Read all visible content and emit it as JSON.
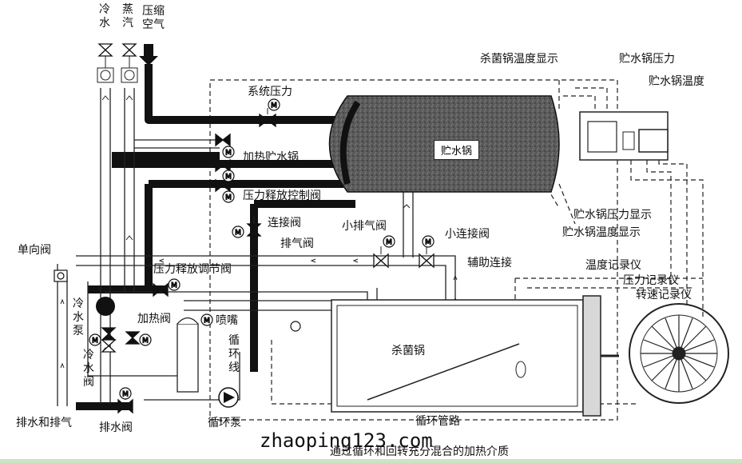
{
  "colors": {
    "pipe_dark": "#111111",
    "line": "#222222",
    "tank_fill": "#4a4a4a",
    "bottom_bar": "#c9e6c3"
  },
  "labels": {
    "cold_water": "冷水",
    "steam": "蒸汽",
    "compressed_air": "压缩空气",
    "system_pressure": "系统压力",
    "heat_storage_tank": "加热贮水锅",
    "pressure_release_control_valve": "压力释放控制阀",
    "storage_tank": "贮水锅",
    "sterilizer_temp_display": "杀菌锅温度显示",
    "storage_tank_pressure": "贮水锅压力",
    "storage_tank_temperature": "贮水锅温度",
    "storage_pressure_display": "贮水锅压力显示",
    "storage_temp_display": "贮水锅温度显示",
    "connecting_valve": "连接阀",
    "vent_valve": "排气阀",
    "small_vent_valve": "小排气阀",
    "small_connecting_valve": "小连接阀",
    "auxiliary_connection": "辅助连接",
    "check_valve": "单向阀",
    "pressure_release_regulating_valve": "压力释放调节阀",
    "temperature_recorder": "温度记录仪",
    "pressure_recorder": "压力记录仪",
    "speed_recorder": "转速记录仪",
    "cold_water_pump": "冷水泵",
    "heating_valve": "加热阀",
    "nozzle": "喷嘴",
    "circulation_line": "循环线",
    "cold_water_valve": "冷水阀",
    "sterilizer": "杀菌锅",
    "drain_and_vent": "排水和排气",
    "drain_valve": "排水阀",
    "circulation_pump": "循环泵",
    "circulation_pipe": "循环管路",
    "caption": "通过循环和回转充分混合的加热介质",
    "watermark": "zhaoping123.com",
    "motor_symbol": "M"
  }
}
